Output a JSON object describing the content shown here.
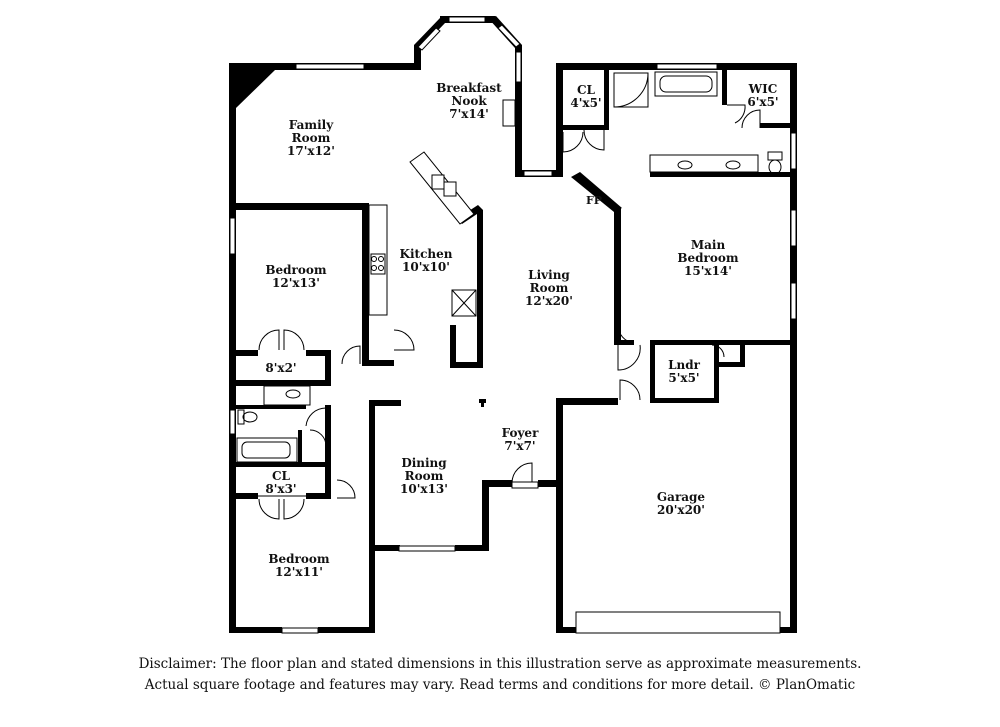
{
  "rooms": [
    {
      "id": "family-room",
      "name": "Family Room",
      "lines": [
        "Family",
        "Room"
      ],
      "dims": "17'x12'"
    },
    {
      "id": "breakfast-nook",
      "name": "Breakfast Nook",
      "lines": [
        "Breakfast",
        "Nook"
      ],
      "dims": "7'x14'"
    },
    {
      "id": "closet-main",
      "name": "CL",
      "lines": [
        "CL"
      ],
      "dims": "4'x5'"
    },
    {
      "id": "wic",
      "name": "WIC",
      "lines": [
        "WIC"
      ],
      "dims": "6'x5'"
    },
    {
      "id": "kitchen",
      "name": "Kitchen",
      "lines": [
        "Kitchen"
      ],
      "dims": "10'x10'"
    },
    {
      "id": "bedroom-1",
      "name": "Bedroom",
      "lines": [
        "Bedroom"
      ],
      "dims": "12'x13'"
    },
    {
      "id": "main-bedroom",
      "name": "Main Bedroom",
      "lines": [
        "Main",
        "Bedroom"
      ],
      "dims": "15'x14'"
    },
    {
      "id": "living-room",
      "name": "Living Room",
      "lines": [
        "Living",
        "Room"
      ],
      "dims": "12'x20'"
    },
    {
      "id": "closet-hall",
      "name": "",
      "lines": [],
      "dims": "8'x2'"
    },
    {
      "id": "laundry",
      "name": "Lndr",
      "lines": [
        "Lndr"
      ],
      "dims": "5'x5'"
    },
    {
      "id": "foyer",
      "name": "Foyer",
      "lines": [
        "Foyer"
      ],
      "dims": "7'x7'"
    },
    {
      "id": "closet-bed2",
      "name": "CL",
      "lines": [
        "CL"
      ],
      "dims": "8'x3'"
    },
    {
      "id": "dining-room",
      "name": "Dining Room",
      "lines": [
        "Dining",
        "Room"
      ],
      "dims": "10'x13'"
    },
    {
      "id": "garage",
      "name": "Garage",
      "lines": [
        "Garage"
      ],
      "dims": "20'x20'"
    },
    {
      "id": "bedroom-2",
      "name": "Bedroom",
      "lines": [
        "Bedroom"
      ],
      "dims": "12'x11'"
    }
  ],
  "fireplace_label": "FP",
  "disclaimer": {
    "line1": "Disclaimer: The floor plan and stated dimensions in this illustration serve as approximate measurements.",
    "line2": "Actual square footage and features may vary. Read terms and conditions for more detail. © PlanOmatic"
  }
}
